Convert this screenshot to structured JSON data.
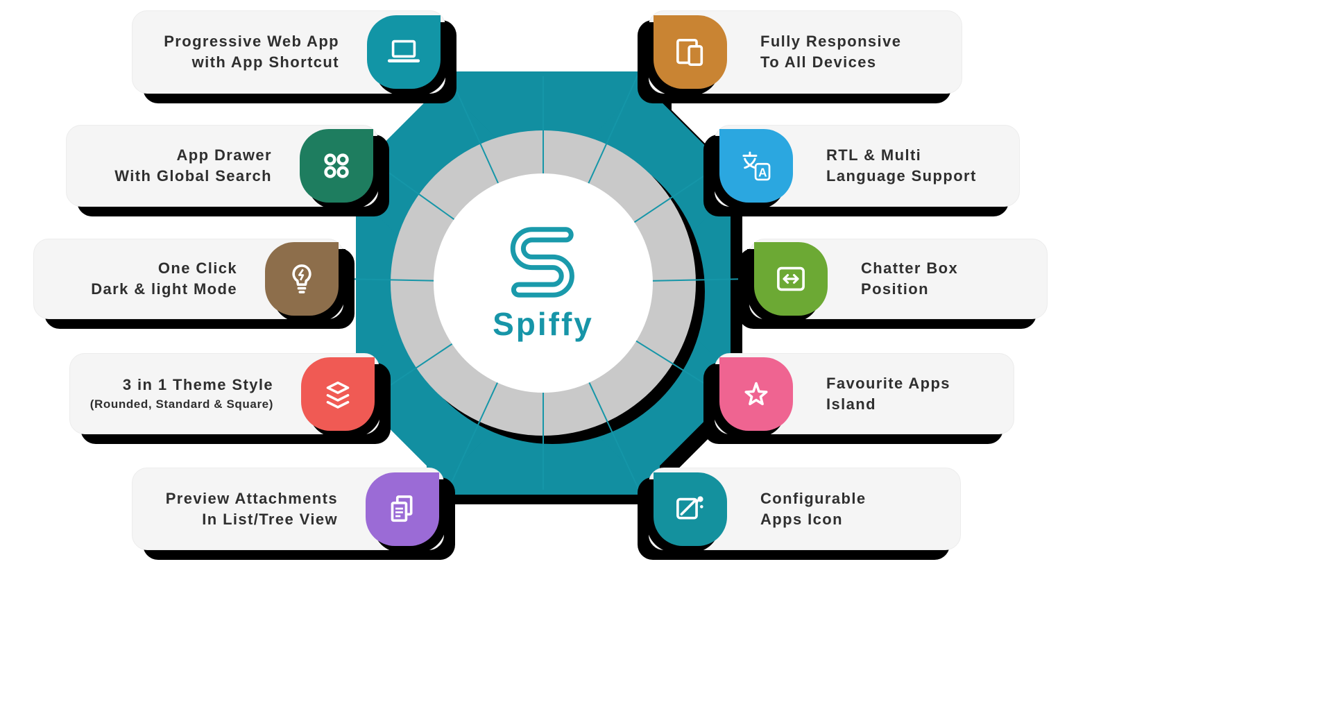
{
  "center": {
    "brand": "Spiffy",
    "gear_color": "#128fa1",
    "ring_color": "#c9c9c9",
    "logo_color": "#1a9aab"
  },
  "connector_color": "#1596a8",
  "colors": {
    "card_background": "#f5f5f5",
    "card_text": "#2f2f2f",
    "hard_shadow": "#000000"
  },
  "cards": {
    "left": [
      {
        "lines": [
          "Progressive Web App",
          "with App Shortcut"
        ],
        "icon": "laptop-icon",
        "color": "#1295a6"
      },
      {
        "lines": [
          "App Drawer",
          "With Global Search"
        ],
        "icon": "app-drawer-icon",
        "color": "#1e7d5f"
      },
      {
        "lines": [
          "One Click",
          "Dark & light Mode"
        ],
        "icon": "lightbulb-icon",
        "color": "#8d6e4b"
      },
      {
        "lines": [
          "3 in 1 Theme Style",
          "(Rounded, Standard & Square)"
        ],
        "icon": "layers-icon",
        "color": "#f05a54"
      },
      {
        "lines": [
          "Preview Attachments",
          "In List/Tree View"
        ],
        "icon": "documents-icon",
        "color": "#9b6bd6"
      }
    ],
    "right": [
      {
        "lines": [
          "Fully Responsive",
          "To All Devices"
        ],
        "icon": "responsive-devices-icon",
        "color": "#c98433"
      },
      {
        "lines": [
          "RTL & Multi",
          "Language Support"
        ],
        "icon": "translate-icon",
        "color": "#2ba7e0"
      },
      {
        "lines": [
          "Chatter Box",
          "Position"
        ],
        "icon": "chatter-position-icon",
        "color": "#6ca934"
      },
      {
        "lines": [
          "Favourite Apps",
          "Island"
        ],
        "icon": "star-icon",
        "color": "#ef6491"
      },
      {
        "lines": [
          "Configurable",
          "Apps Icon"
        ],
        "icon": "configurable-apps-icon",
        "color": "#14919e"
      }
    ]
  }
}
